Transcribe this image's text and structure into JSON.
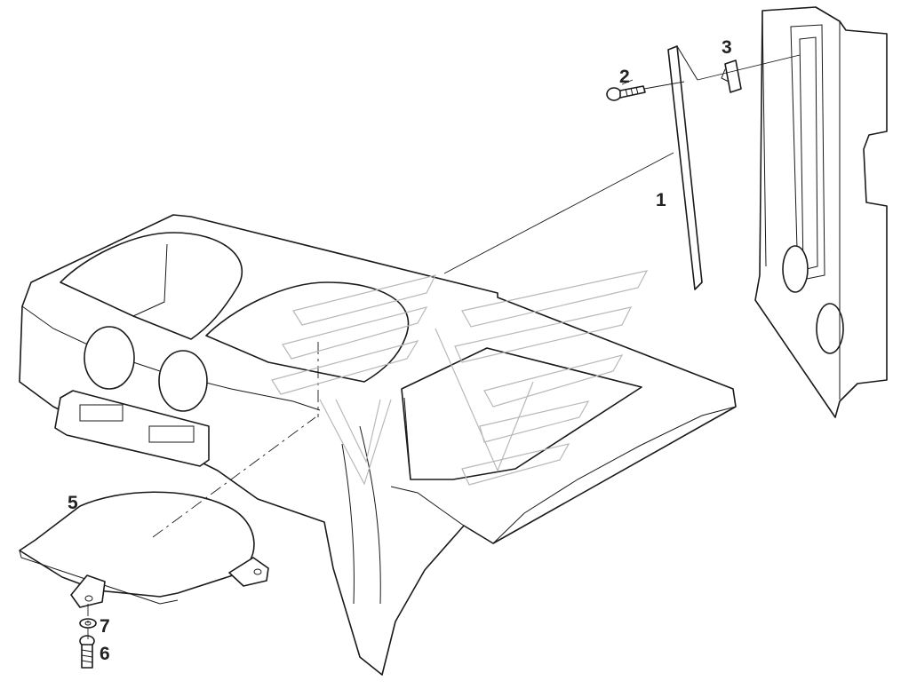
{
  "callouts": [
    "1",
    "2",
    "3",
    "5",
    "7",
    "6"
  ],
  "colors": {
    "line": "#1a1a1a",
    "watermark": "#b8b8b8",
    "background": "#ffffff"
  }
}
